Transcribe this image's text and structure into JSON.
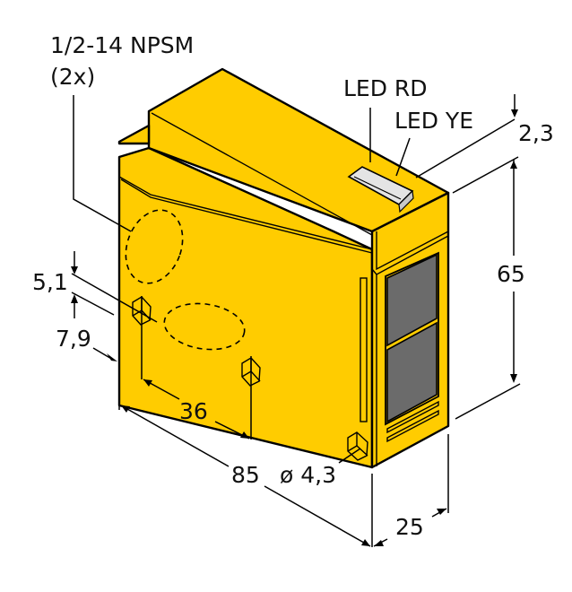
{
  "drawing": {
    "title": "Dimension drawing – rectangular photoelectric sensor housing",
    "colors": {
      "housing": "#FFCC00",
      "outline": "#000000",
      "lens": "#6B6B6B",
      "led_window": "#E4E4E4"
    },
    "labels": {
      "conduit_thread": "1/2-14 NPSM",
      "conduit_count": "(2x)",
      "led_red": "LED RD",
      "led_yellow": "LED YE",
      "dim_led_height": "2,3",
      "dim_height": "65",
      "dim_hole_offset_top": "5,1",
      "dim_hole_offset_side": "7,9",
      "dim_hole_spacing": "36",
      "dim_length": "85",
      "dim_hole_diameter": "ø 4,3",
      "dim_depth": "25"
    }
  }
}
